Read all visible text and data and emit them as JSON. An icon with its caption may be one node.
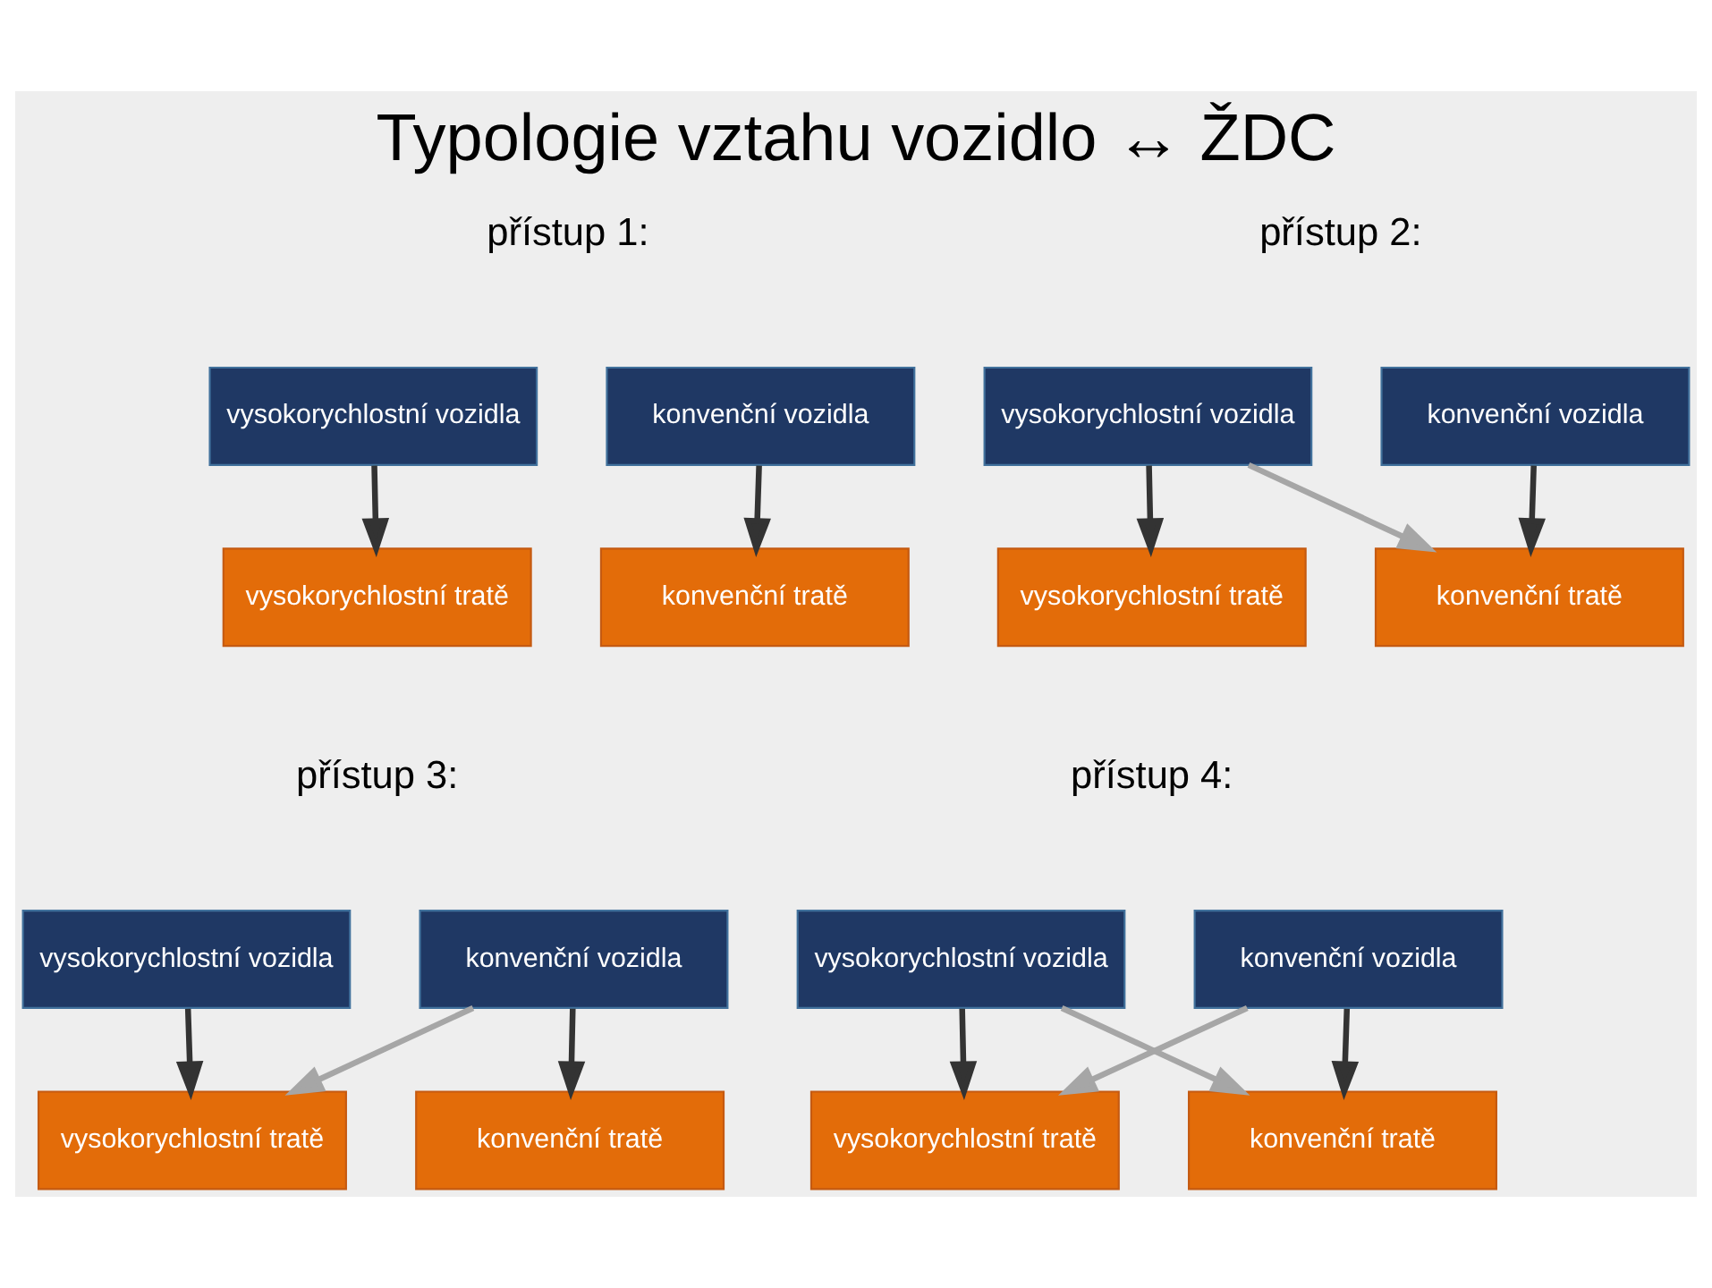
{
  "diagram": {
    "title": "Typologie vztahu vozidlo ↔ ŽDC",
    "nodes": [
      {
        "text": [
          "vysokorychlostní vozidla"
        ]
      },
      {
        "text": [
          "konvenční vozidla"
        ]
      },
      {
        "text": [
          "vysokorychlostní tratě"
        ]
      },
      {
        "text": [
          "konvenční tratě"
        ]
      },
      {
        "text": [
          "vysokorychlostní vozidla"
        ]
      },
      {
        "text": [
          "konvenční vozidla"
        ]
      },
      {
        "text": [
          "vysokorychlostní tratě"
        ]
      },
      {
        "text": [
          "konvenční tratě"
        ]
      },
      {
        "text": [
          "vysokorychlostní vozidla"
        ]
      },
      {
        "text": [
          "konvenční vozidla"
        ]
      },
      {
        "text": [
          "vysokorychlostní tratě"
        ]
      },
      {
        "text": [
          "konvenční tratě"
        ]
      },
      {
        "text": [
          "vysokorychlostní vozidla"
        ]
      },
      {
        "text": [
          "konvenční vozidla"
        ]
      },
      {
        "text": [
          "vysokorychlostní tratě"
        ]
      },
      {
        "text": [
          "konvenční tratě"
        ]
      }
    ],
    "edges": [
      {
        "from": 0,
        "to": 2,
        "arrow": "to"
      },
      {
        "from": 1,
        "to": 3,
        "arrow": "to"
      },
      {
        "from": 4,
        "to": 6,
        "arrow": "to"
      },
      {
        "from": 5,
        "to": 7,
        "arrow": "to"
      },
      {
        "from": 4,
        "to": 7,
        "arrow": "to",
        "color": "#a6a6a6"
      },
      {
        "from": 8,
        "to": 10,
        "arrow": "to"
      },
      {
        "from": 9,
        "to": 11,
        "arrow": "to"
      },
      {
        "from": 9,
        "to": 10,
        "arrow": "to",
        "color": "#a6a6a6"
      },
      {
        "from": 12,
        "to": 14,
        "arrow": "to"
      },
      {
        "from": 13,
        "to": 15,
        "arrow": "to"
      },
      {
        "from": 12,
        "to": 15,
        "arrow": "to",
        "color": "#a6a6a6"
      },
      {
        "from": 13,
        "to": 14,
        "arrow": "to",
        "color": "#a6a6a6"
      }
    ],
    "labels": [
      "přístup 1:",
      "přístup 2:",
      "přístup 3:",
      "přístup 4:"
    ]
  }
}
